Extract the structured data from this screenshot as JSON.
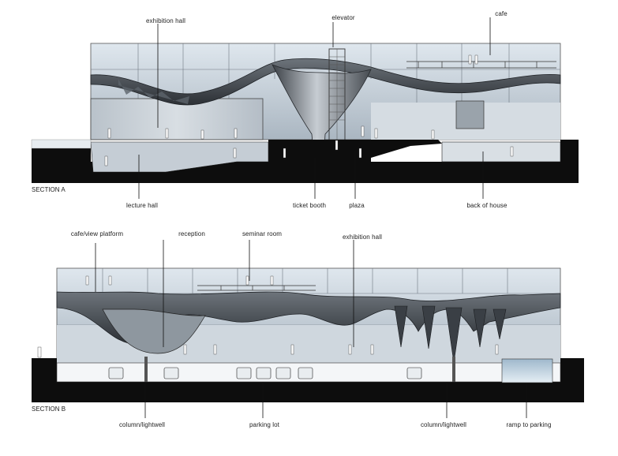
{
  "section_a": {
    "title": "SECTION A",
    "labels_top": {
      "exhibition_hall": "exhibition hall",
      "elevator": "elevator",
      "cafe": "cafe"
    },
    "labels_bottom": {
      "lecture_hall": "lecture hall",
      "ticket_booth": "ticket booth",
      "plaza": "plaza",
      "back_of_house": "back of house"
    }
  },
  "section_b": {
    "title": "SECTION B",
    "labels_top": {
      "cafe_view_platform": "cafe/view platform",
      "reception": "reception",
      "seminar_room": "seminar room",
      "exhibition_hall": "exhibition hall"
    },
    "labels_bottom": {
      "column_lightwell_left": "column/lightwell",
      "parking_lot": "parking lot",
      "column_lightwell_right": "column/lightwell",
      "ramp_to_parking": "ramp to parking"
    }
  },
  "colors": {
    "ground": "#0d0d0d",
    "glass": "#c9d3dc",
    "structure": "#4a4f55",
    "label_text": "#222222"
  }
}
